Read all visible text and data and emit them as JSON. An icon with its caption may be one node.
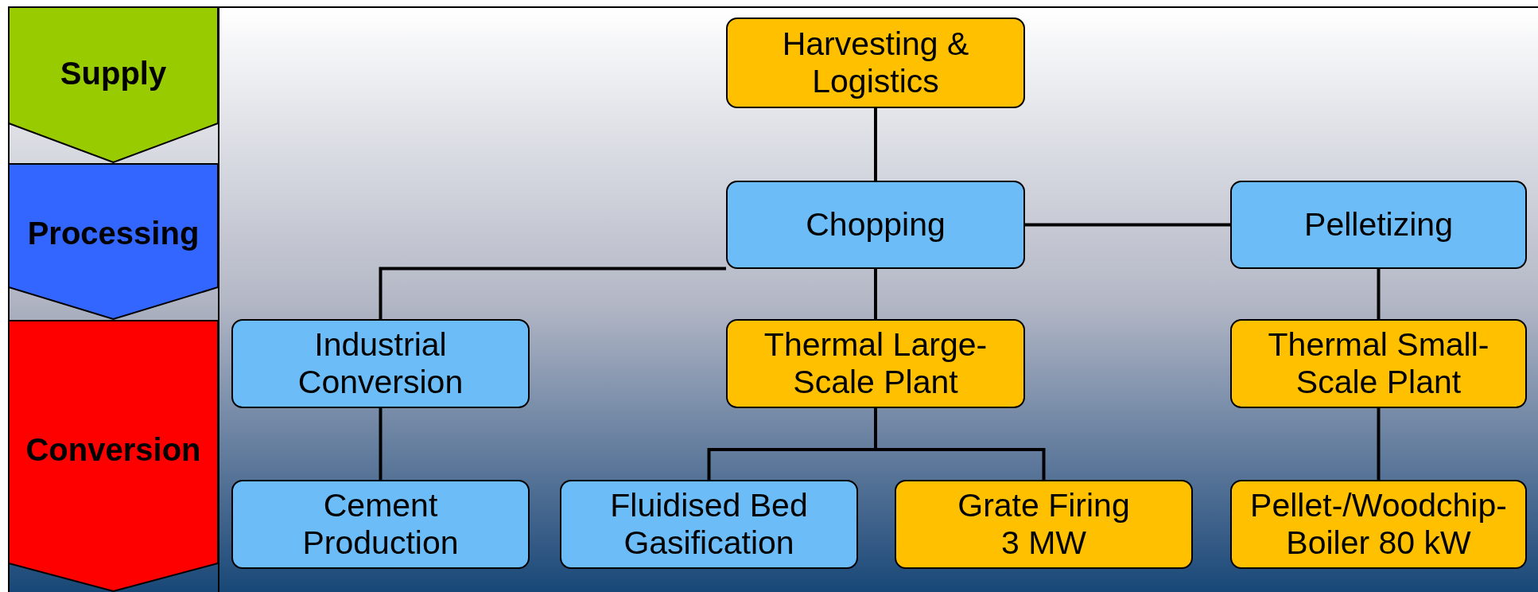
{
  "diagram": {
    "nodes": [
      {
        "text": [
          "Supply"
        ]
      },
      {
        "text": [
          "Processing"
        ]
      },
      {
        "text": [
          "Conversion"
        ]
      },
      {
        "text": [
          "Harvesting & Logistics"
        ]
      },
      {
        "text": [
          "Chopping"
        ]
      },
      {
        "text": [
          "Pelletizing"
        ]
      },
      {
        "text": [
          "Industrial Conversion"
        ]
      },
      {
        "text": [
          "Thermal Large-Scale Plant"
        ]
      },
      {
        "text": [
          "Thermal Small-Scale Plant"
        ]
      },
      {
        "text": [
          "Cement Production"
        ]
      },
      {
        "text": [
          "Fluidised Bed Gasification"
        ]
      },
      {
        "text": [
          "Grate Firing 3 MW"
        ]
      },
      {
        "text": [
          "Pellet-/Woodchip- Boiler 80 kW"
        ]
      }
    ],
    "edges": [
      {
        "from": 3,
        "to": 4,
        "arrow": "none"
      },
      {
        "from": 4,
        "to": 5,
        "arrow": "none"
      },
      {
        "from": 4,
        "to": 6,
        "arrow": "none"
      },
      {
        "from": 4,
        "to": 7,
        "arrow": "none"
      },
      {
        "from": 5,
        "to": 8,
        "arrow": "none"
      },
      {
        "from": 6,
        "to": 9,
        "arrow": "none"
      },
      {
        "from": 7,
        "to": 10,
        "arrow": "none"
      },
      {
        "from": 7,
        "to": 11,
        "arrow": "none"
      },
      {
        "from": 8,
        "to": 12,
        "arrow": "none"
      }
    ]
  }
}
